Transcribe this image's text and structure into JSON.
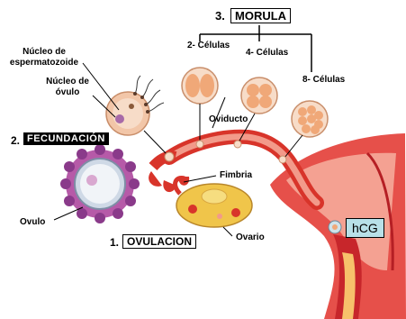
{
  "labels": {
    "morula_step": "3.",
    "morula": "MORULA",
    "two_cells": "2- Células",
    "four_cells": "4- Células",
    "eight_cells": "8- Células",
    "sperm_nucleus": "Núcleo de espermatozoide",
    "ovum_nucleus": "Núcleo de óvulo",
    "fertilization_step": "2.",
    "fertilization": "FECUNDACIÓN",
    "oviduct": "Oviducto",
    "fimbria": "Fimbria",
    "ovum": "Ovulo",
    "ovulation_step": "1.",
    "ovulation": "OVULACION",
    "ovary": "Ovario",
    "hcg": "hCG"
  },
  "colors": {
    "uterus_red": "#d8342a",
    "uterus_light": "#f29a8a",
    "ovary_yellow": "#f0c54a",
    "corona_purple": "#8a3a8a",
    "hcg_box": "#b8e0e8",
    "cell_peach": "#f4b890"
  }
}
